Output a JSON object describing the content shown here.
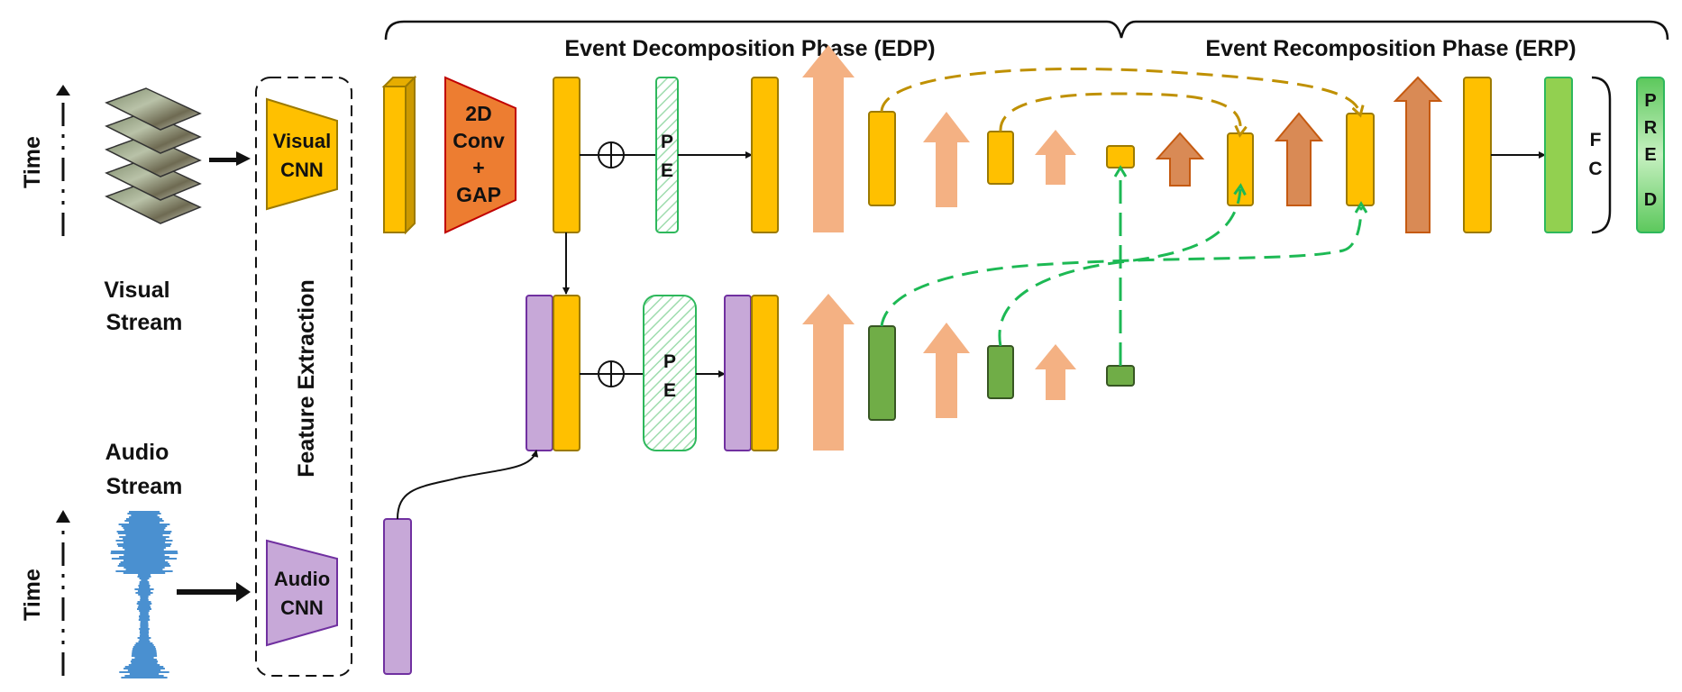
{
  "phases": {
    "edp_title": "Event Decomposition Phase (EDP)",
    "erp_title": "Event Recomposition Phase (ERP)"
  },
  "streams": {
    "visual_line1": "Visual",
    "visual_line2": "Stream",
    "audio_line1": "Audio",
    "audio_line2": "Stream",
    "time_label": "Time"
  },
  "extraction": {
    "label": "Feature Extraction",
    "visual_cnn_line1": "Visual",
    "visual_cnn_line2": "CNN",
    "audio_cnn_line1": "Audio",
    "audio_cnn_line2": "CNN"
  },
  "conv": {
    "line1": "2D",
    "line2": "Conv",
    "line3": "+",
    "line4": "GAP"
  },
  "pe": {
    "top_p": "P",
    "top_e": "E",
    "bottom_p": "P",
    "bottom_e": "E"
  },
  "fc": {
    "f": "F",
    "c": "C"
  },
  "pred": {
    "p": "P",
    "r": "R",
    "e": "E",
    "d": "D"
  },
  "colors": {
    "visual_feature": "#ffc000",
    "visual_stroke": "#9c7a00",
    "audio_feature": "#c7a8d8",
    "audio_stroke": "#7030a0",
    "conv_fill": "#ed7d31",
    "conv_stroke": "#c00000",
    "up_arrow": "#f4b183",
    "recompose_arrow": "#d98a55",
    "pe_stroke": "#2eb85c",
    "green_feature": "#70ad47",
    "green_stroke": "#375623",
    "fc_fill": "#92d050",
    "link_gold": "#bf9000",
    "link_green": "#1db954",
    "waveform": "#4a90d0"
  }
}
